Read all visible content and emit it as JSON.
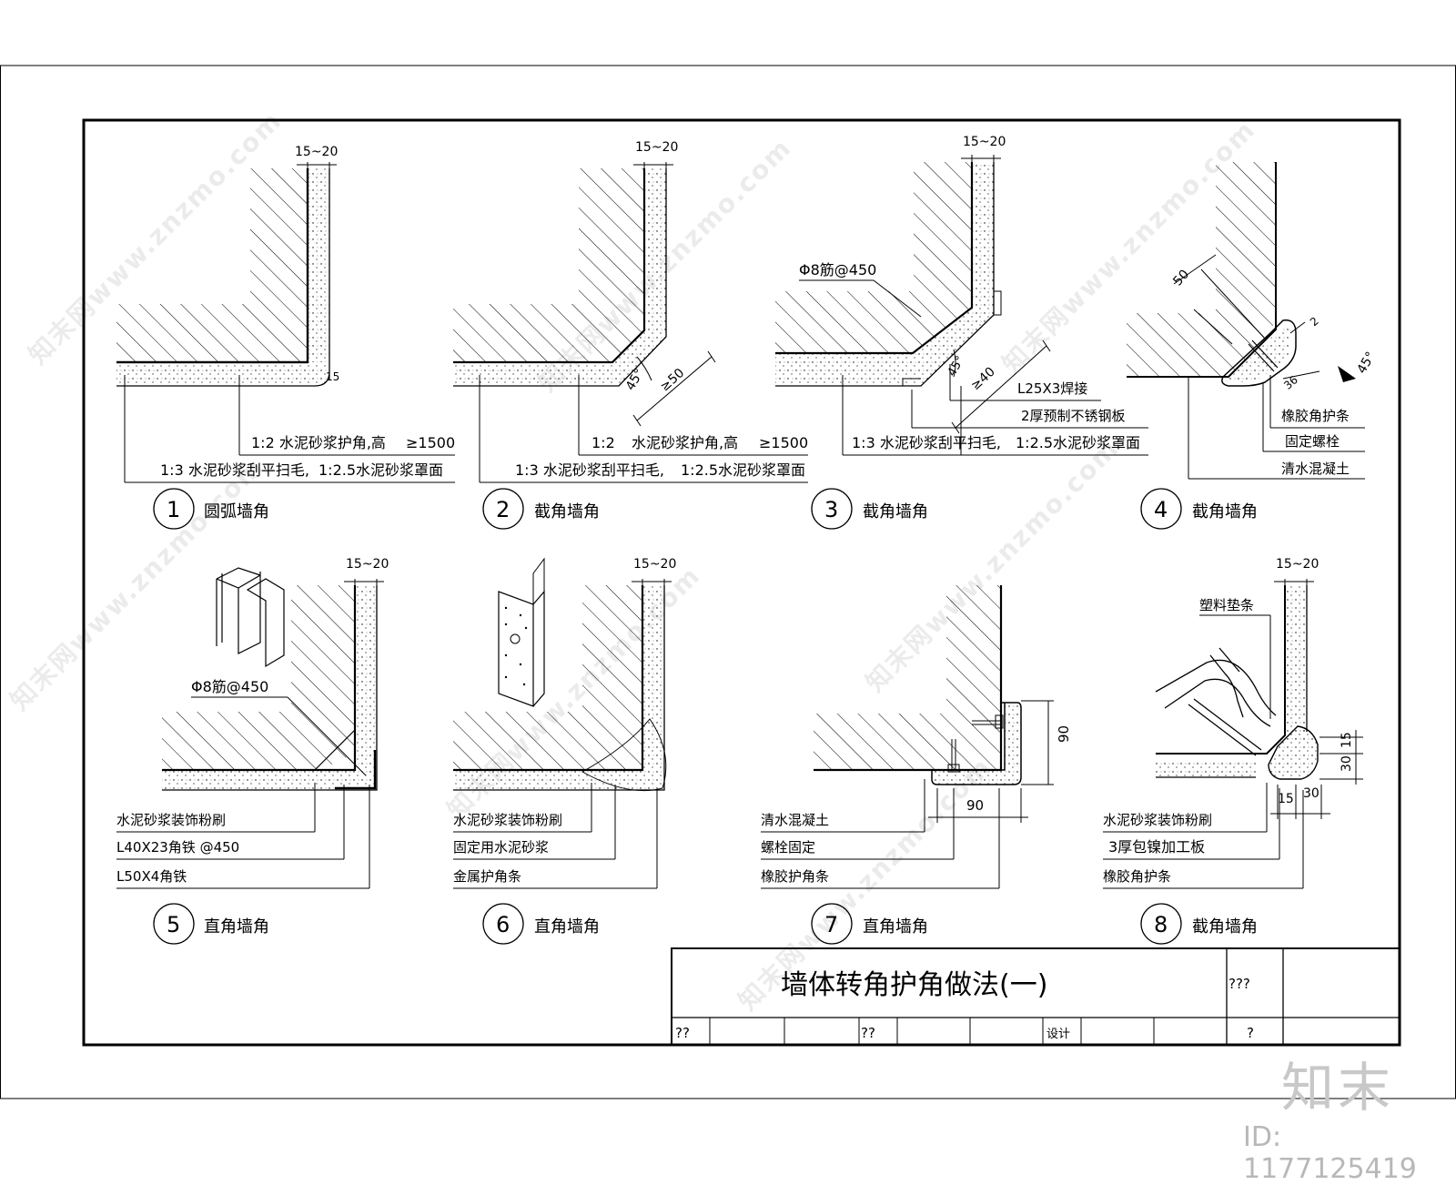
{
  "dim_small": "15~20",
  "labels": {
    "d1_a": "1:2 水泥砂浆护角,高",
    "d1_a2": "≥1500",
    "d1_b": "1:3 水泥砂浆刮平扫毛,",
    "d1_b2": "1:2.5水泥砂浆罩面",
    "d1_r": "15",
    "d2_a": "1:2",
    "d2_a2": "水泥砂浆护角,高",
    "d2_a3": "≥1500",
    "d2_b": "1:3 水泥砂浆刮平扫毛,",
    "d2_b2": "1:2.5水泥砂浆罩面",
    "d2_ang": "45°",
    "d2_dim": "≥50",
    "d3_rebar": "Φ8筋@450",
    "d3_ang": "45°",
    "d3_dim": "≥40",
    "d3_a": "L25X3焊接",
    "d3_b": "2厚预制不锈钢板",
    "d3_c": "1:3 水泥砂浆刮平扫毛,",
    "d3_c2": "1:2.5水泥砂浆罩面",
    "d4_dim50": "50",
    "d4_dim2": "2",
    "d4_dim36": "36",
    "d4_ang": "45°",
    "d4_a": "橡胶角护条",
    "d4_b": "固定螺栓",
    "d4_c": "清水混凝土",
    "d5_rebar": "Φ8筋@450",
    "d5_a": "水泥砂浆装饰粉刷",
    "d5_b": "L40X23角铁 @450",
    "d5_c": "L50X4角铁",
    "d6_a": "水泥砂浆装饰粉刷",
    "d6_b": "固定用水泥砂浆",
    "d6_c": "金属护角条",
    "d7_dim90v": "90",
    "d7_dim90h": "90",
    "d7_a": "清水混凝土",
    "d7_b": "螺栓固定",
    "d7_c": "橡胶护角条",
    "d8_top": "塑料垫条",
    "d8_a": "水泥砂浆装饰粉刷",
    "d8_b": "3厚包镍加工板",
    "d8_c": "橡胶角护条",
    "d8_15v": "15",
    "d8_30v": "30",
    "d8_15h": "15",
    "d8_30h": "30"
  },
  "details": [
    {
      "num": "1",
      "title": "圆弧墙角"
    },
    {
      "num": "2",
      "title": "截角墙角"
    },
    {
      "num": "3",
      "title": "截角墙角"
    },
    {
      "num": "4",
      "title": "截角墙角"
    },
    {
      "num": "5",
      "title": "直角墙角"
    },
    {
      "num": "6",
      "title": "直角墙角"
    },
    {
      "num": "7",
      "title": "直角墙角"
    },
    {
      "num": "8",
      "title": "截角墙角"
    }
  ],
  "title_block": {
    "title": "墙体转角护角做法(一)",
    "cell_right_top": "???",
    "cells_bottom": [
      "??",
      "??",
      "设计",
      "?"
    ]
  },
  "watermarks": [
    "知末网www.znzmo.com",
    "知末网www.znzmo.com",
    "知末网www.znzmo.com",
    "知末网www.znzmo.com",
    "知末网www.znzmo.com",
    "知末网www.znzmo.com",
    "知末网www.znzmo.com"
  ],
  "logo": "知末",
  "image_id": "ID: 1177125419"
}
